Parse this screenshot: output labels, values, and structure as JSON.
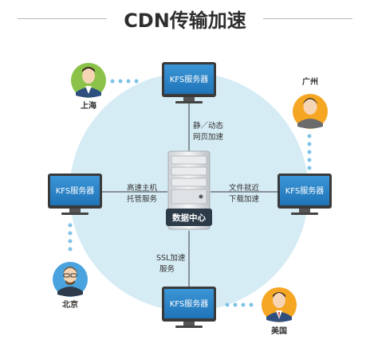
{
  "title": "CDN传输加速",
  "center": {
    "label": "数据中心"
  },
  "servers": {
    "top": "KFS服务器",
    "left": "KFS服务器",
    "right": "KFS服务器",
    "bottom": "KFS服务器"
  },
  "links": {
    "top": [
      "静／动态",
      "网页加速"
    ],
    "left": [
      "高速主机",
      "托管服务"
    ],
    "right": [
      "文件就近",
      "下载加速"
    ],
    "bottom": [
      "SSL加速",
      "服务"
    ]
  },
  "locations": {
    "shanghai": "上海",
    "guangzhou": "广州",
    "beijing": "北京",
    "usa": "美国"
  },
  "colors": {
    "circle": "#d6ecf5",
    "monitor_screen": "#2a85c9",
    "dots": "#7fc3e6",
    "avatar_green": "#8bc34a",
    "avatar_orange": "#f5a623",
    "avatar_blue": "#4aa3df"
  }
}
